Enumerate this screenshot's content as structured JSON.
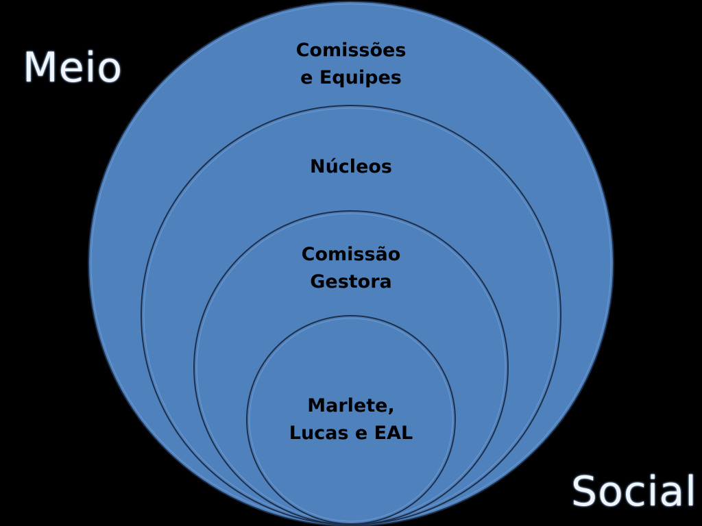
{
  "corner_words": {
    "top_left": "Meio",
    "bottom_right": "Social"
  },
  "rings": [
    {
      "label": "Comissões\ne Equipes"
    },
    {
      "label": "Núcleos"
    },
    {
      "label": "Comissão\nGestora"
    },
    {
      "label": "Marlete,\nLucas e EAL"
    }
  ],
  "colors": {
    "background": "#000000",
    "circle_fill": "#4f81bd",
    "circle_stroke": "#1d2f4a"
  }
}
